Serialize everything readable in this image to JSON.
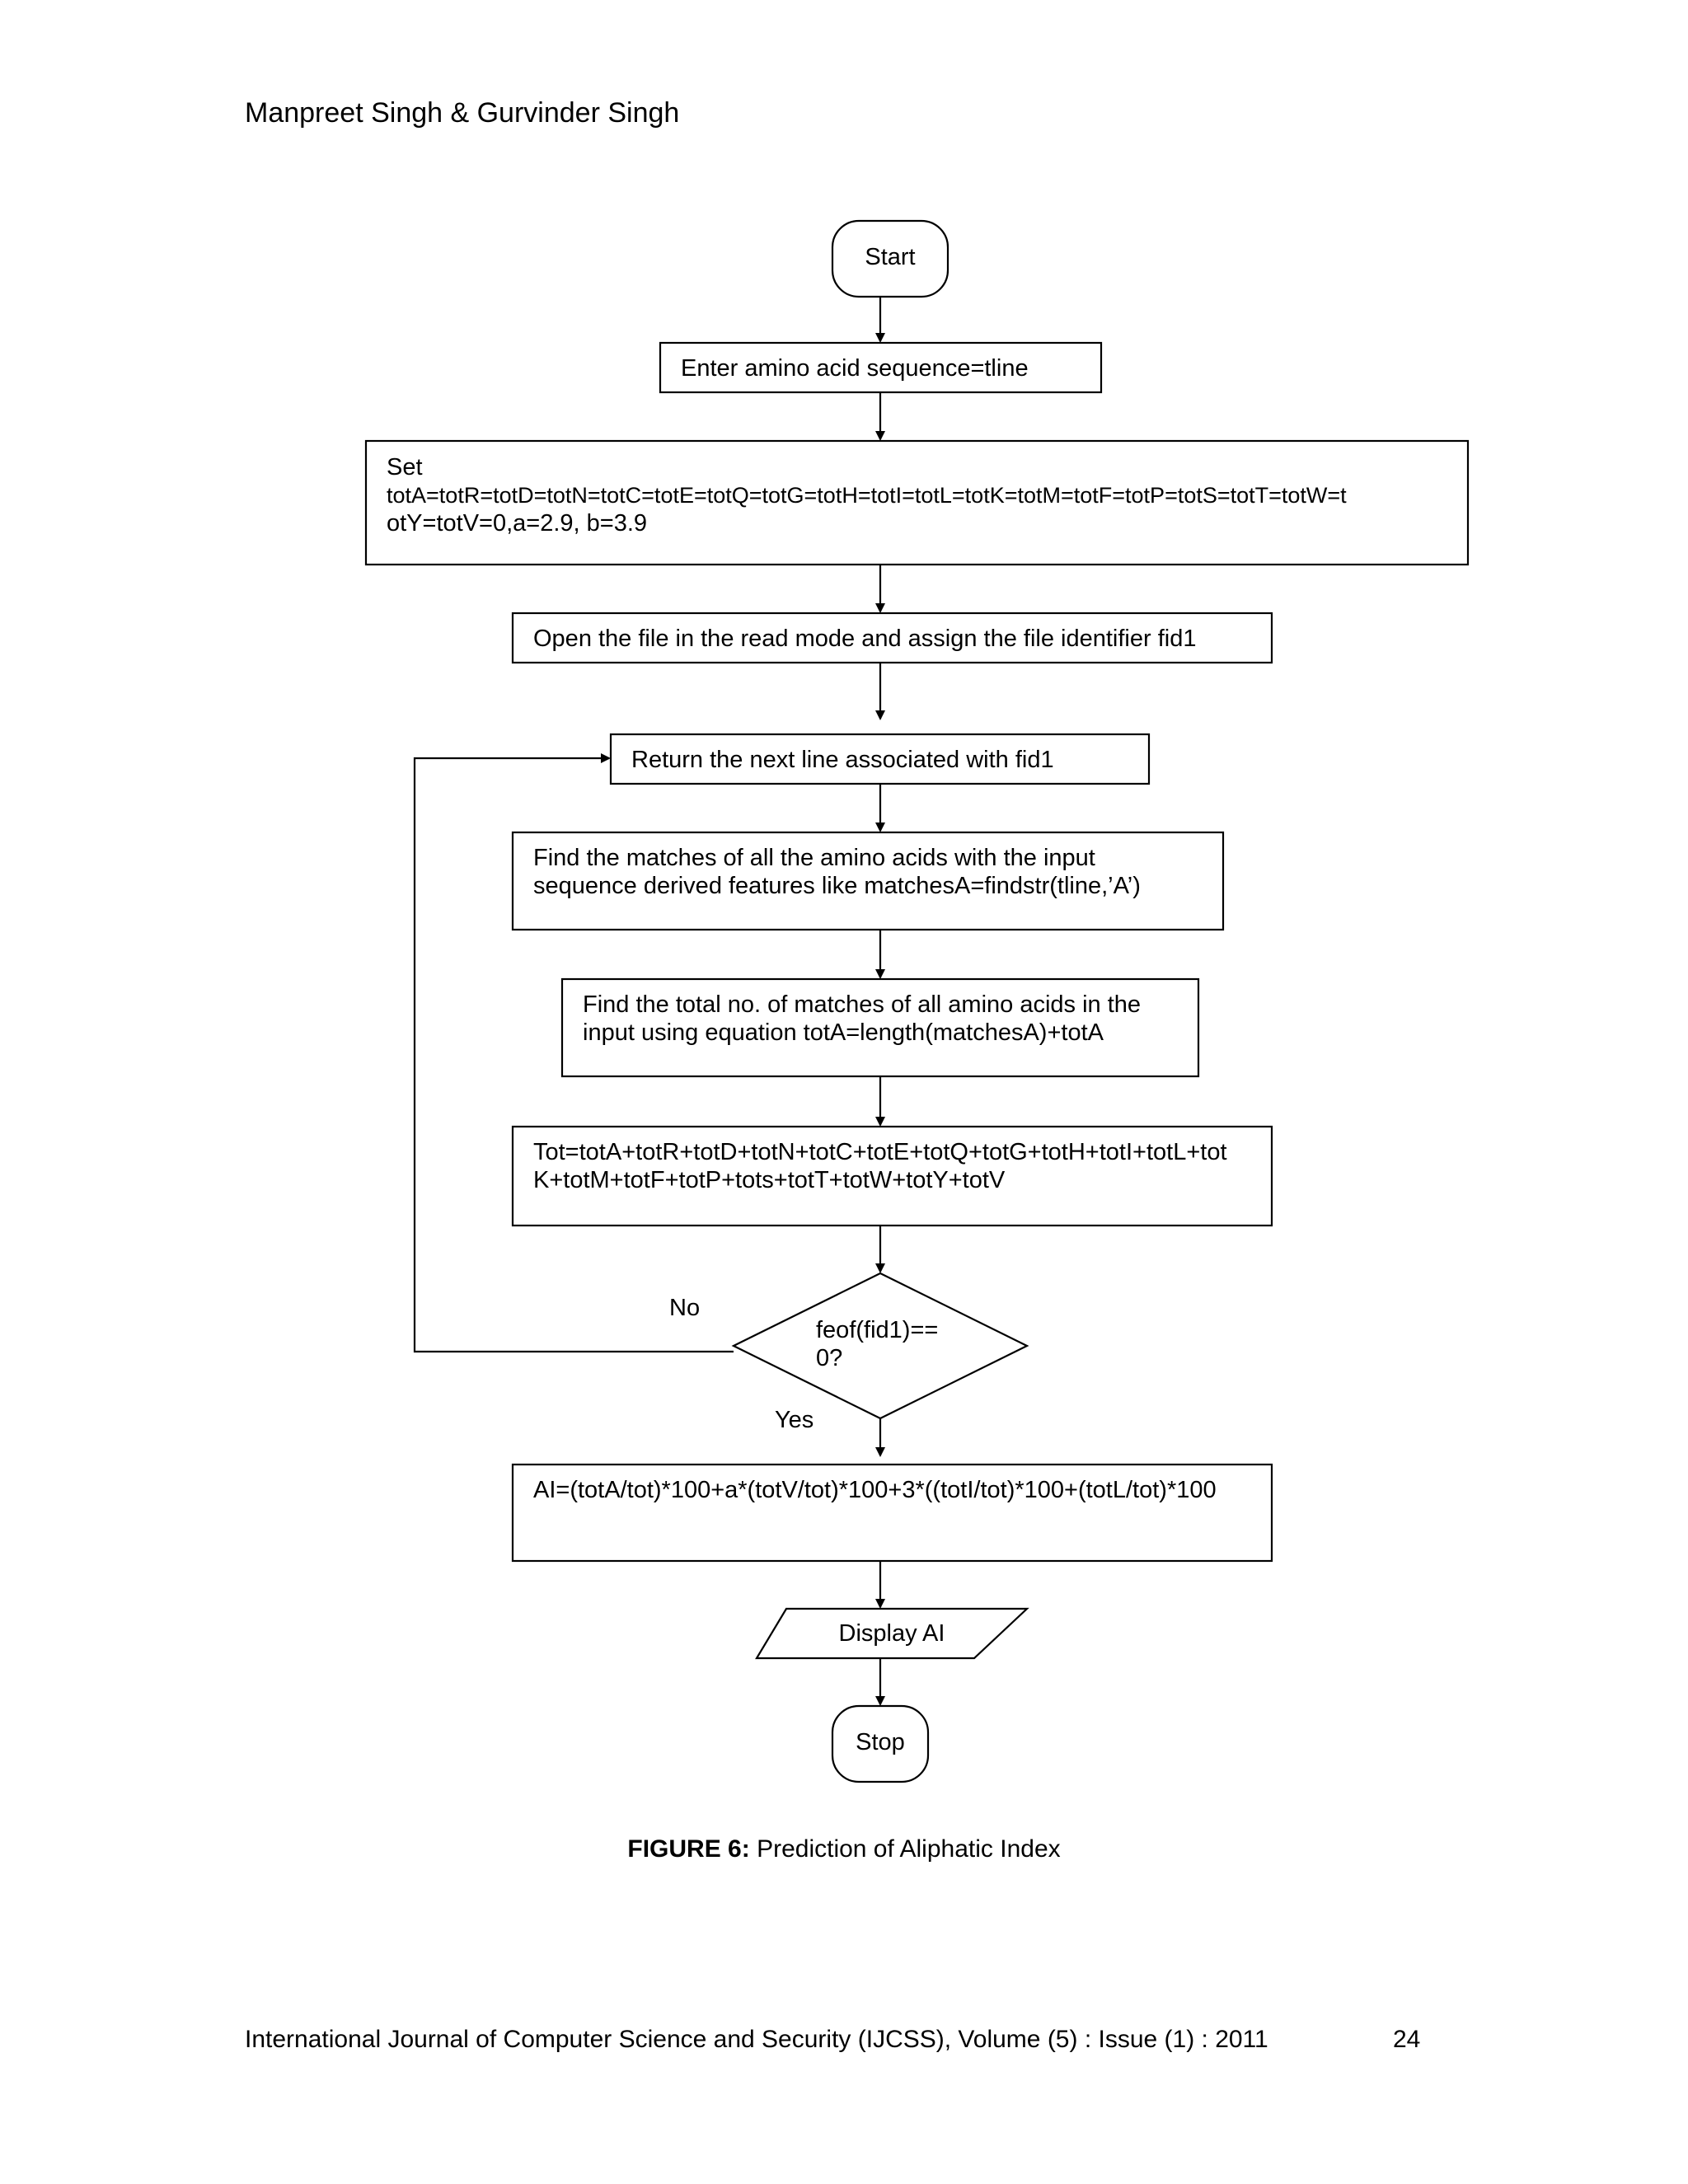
{
  "page": {
    "header": "Manpreet Singh & Gurvinder Singh",
    "footer_journal": "International Journal of Computer Science and Security (IJCSS), Volume (5) : Issue (1) : 2011",
    "page_number": "24"
  },
  "figure": {
    "caption_label": "FIGURE 6:",
    "caption_text": " Prediction of Aliphatic Index",
    "nodes": {
      "start": "Start",
      "enter": "Enter amino acid sequence=tline",
      "set_line1": "Set",
      "set_line2": "totA=totR=totD=totN=totC=totE=totQ=totG=totH=totI=totL=totK=totM=totF=totP=totS=totT=totW=t",
      "set_line3": "otY=totV=0,a=2.9, b=3.9",
      "open": "Open the file in the read mode and assign the file identifier fid1",
      "return_line": "Return the next line associated with fid1",
      "find_matches_1": "Find the matches of all the amino acids with the input",
      "find_matches_2": "sequence derived features like matchesA=findstr(tline,’A’)",
      "find_total_1": "Find the total no. of matches of all amino acids in the",
      "find_total_2": "input using equation totA=length(matchesA)+totA",
      "tot_1": "Tot=totA+totR+totD+totN+totC+totE+totQ+totG+totH+totI+totL+tot",
      "tot_2": "K+totM+totF+totP+tots+totT+totW+totY+totV",
      "decision_1": "feof(fid1)==",
      "decision_2": "0?",
      "no_label": "No",
      "yes_label": "Yes",
      "ai": "AI=(totA/tot)*100+a*(totV/tot)*100+3*((totI/tot)*100+(totL/tot)*100",
      "display": "Display AI",
      "stop": "Stop"
    }
  }
}
